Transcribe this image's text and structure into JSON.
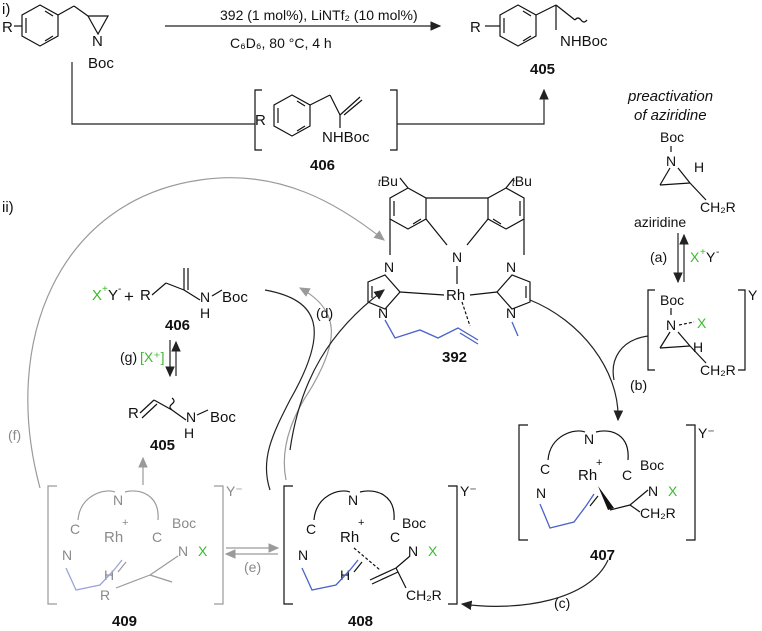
{
  "part_i": {
    "label": "i)",
    "reagents_line1": "392 (1 mol%), LiNTf₂ (10 mol%)",
    "reagents_line2": "C₆D₆, 80 °C, 4 h",
    "product_number": "405",
    "intermediate_number": "406",
    "preactivation": "preactivation",
    "of_aziridine": "of aziridine",
    "aziridine_label": "aziridine"
  },
  "part_ii": {
    "label": "ii)",
    "catalyst_number": "392",
    "step_a": "(a)",
    "step_b": "(b)",
    "step_c": "(c)",
    "step_d": "(d)",
    "step_e": "(e)",
    "step_f": "(f)",
    "step_g": "(g)",
    "compounds": [
      "406",
      "405",
      "407",
      "408",
      "409"
    ],
    "counterion": "Y⁻",
    "reagent": "X⁺Y⁻"
  },
  "atoms": {
    "R": "R",
    "N": "N",
    "Boc": "Boc",
    "NHBoc": "NHBoc",
    "H": "H",
    "Rh": "Rh",
    "C": "C",
    "X": "X",
    "CH2R": "CH₂R",
    "Y": "Y",
    "tBu": "tBu",
    "plus": "+",
    "X_plus": "[X⁺]"
  },
  "colors": {
    "green": "#3dba2e",
    "blue": "#4a62c9",
    "grey": "#9a9a9a"
  }
}
